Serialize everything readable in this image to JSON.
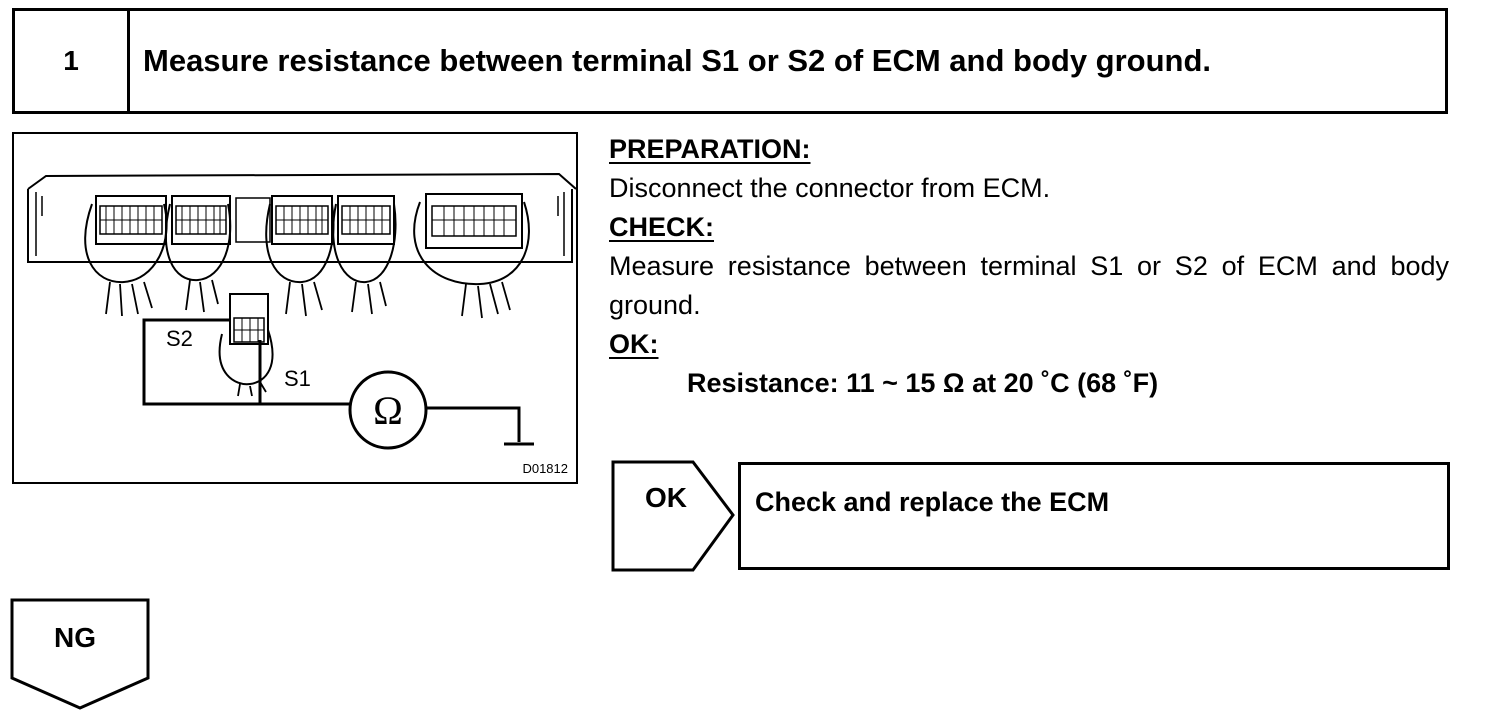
{
  "step": {
    "number": "1",
    "title": "Measure resistance between terminal S1 or S2 of ECM and body ground."
  },
  "figure": {
    "label_s2": "S2",
    "label_s1": "S1",
    "meter_symbol": "Ω",
    "code": "D01812"
  },
  "preparation": {
    "heading": "PREPARATION:",
    "text": "Disconnect the connector from ECM."
  },
  "check": {
    "heading": "CHECK:",
    "text": "Measure resistance between terminal S1 or S2 of ECM and body ground."
  },
  "ok_spec": {
    "heading": "OK:",
    "text": "Resistance: 11 ~ 15 Ω at 20 ˚C (68 ˚F)"
  },
  "ok_branch": {
    "tag": "OK",
    "action": "Check and replace the ECM"
  },
  "ng_branch": {
    "tag": "NG"
  }
}
